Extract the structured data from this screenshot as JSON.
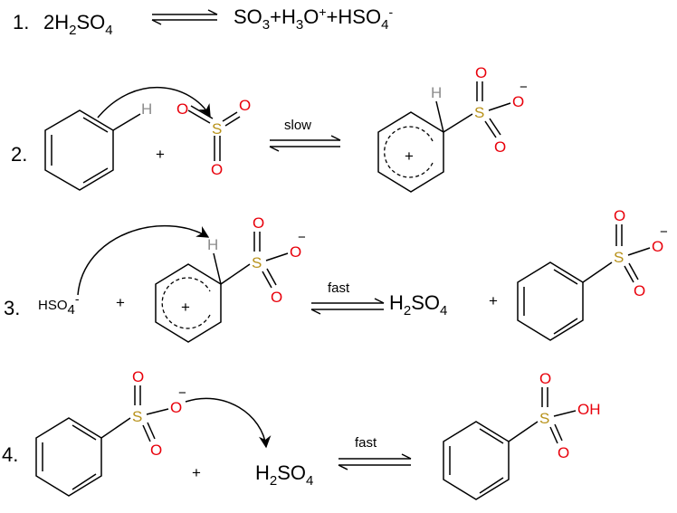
{
  "colors": {
    "oxygen": "#e8000b",
    "sulfur": "#b8921a",
    "hydrogen": "#8c8c8c",
    "bond": "#000000",
    "text": "#000000"
  },
  "steps": {
    "s1": {
      "number": "1.",
      "reactant": {
        "coef": "2",
        "h": "H",
        "h_sub": "2",
        "so": "SO",
        "so_sub": "4"
      },
      "products": {
        "so3": "SO",
        "so3_sub": "3",
        "plus_a": "+",
        "h3o": "H",
        "h3o_sub": "3",
        "h3o_o": "O",
        "h3o_charge": "+",
        "plus_b": "+",
        "hso4": "HSO",
        "hso4_sub": "4",
        "hso4_charge": "-"
      }
    },
    "s2": {
      "number": "2.",
      "ring_h": "H",
      "plus": "+",
      "so3_o_left": "O",
      "so3_s": "S",
      "so3_o_right": "O",
      "so3_o_bottom": "O",
      "arrow_label": "slow",
      "product": {
        "h": "H",
        "s": "S",
        "o_top": "O",
        "o_right": "O",
        "o_bottom": "O",
        "charge": "−",
        "ring_charge": "+"
      }
    },
    "s3": {
      "number": "3.",
      "hso4": "HSO",
      "hso4_sub": "4",
      "hso4_charge": "-",
      "plus_a": "+",
      "sigma": {
        "h": "H",
        "s": "S",
        "o_top": "O",
        "o_right": "O",
        "o_bottom": "O",
        "charge": "−",
        "ring_charge": "+"
      },
      "arrow_label": "fast",
      "h2so4": {
        "h": "H",
        "h_sub": "2",
        "so": "SO",
        "so_sub": "4"
      },
      "plus_b": "+",
      "product": {
        "s": "S",
        "o_top": "O",
        "o_right": "O",
        "o_bottom": "O",
        "charge": "−"
      }
    },
    "s4": {
      "number": "4.",
      "reactant": {
        "s": "S",
        "o_top": "O",
        "o_right": "O",
        "o_bottom": "O",
        "charge": "−"
      },
      "plus": "+",
      "h2so4": {
        "h": "H",
        "h_sub": "2",
        "so": "SO",
        "so_sub": "4"
      },
      "arrow_label": "fast",
      "product": {
        "s": "S",
        "o_top": "O",
        "oh": "OH",
        "o_bottom": "O"
      }
    }
  }
}
